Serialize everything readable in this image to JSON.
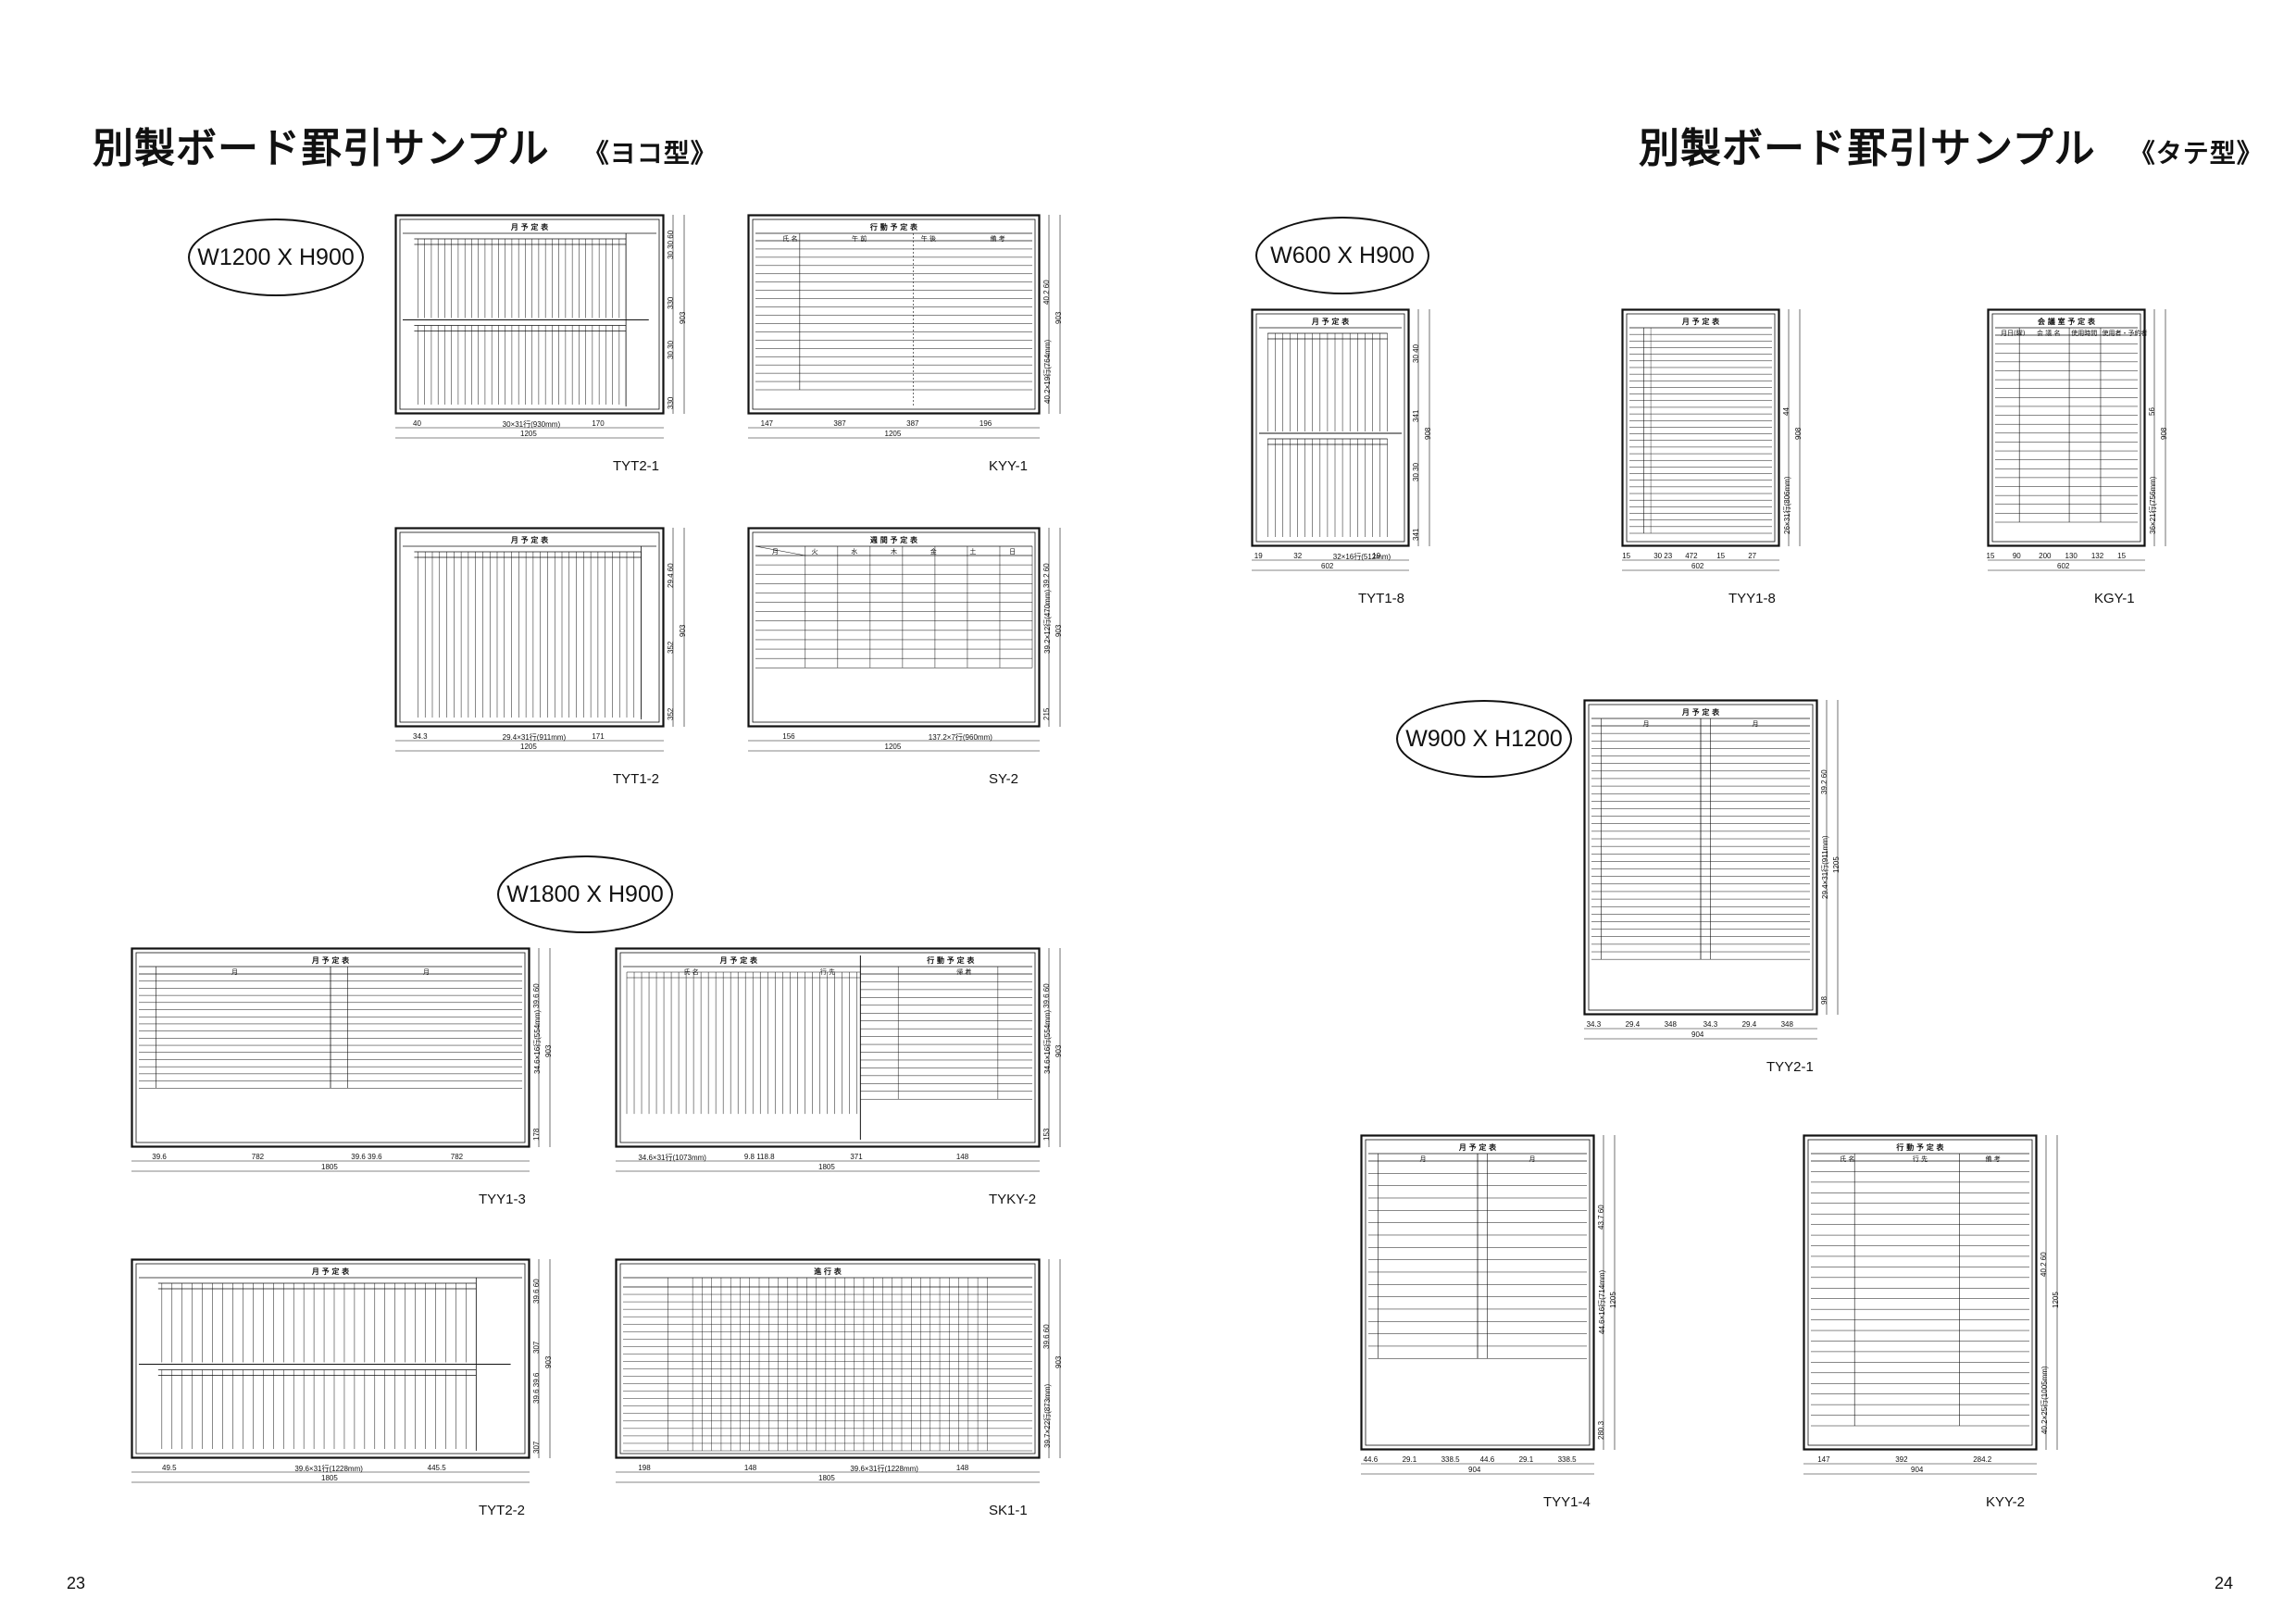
{
  "left_page": {
    "title": "別製ボード罫引サンプル",
    "subtitle": "《ヨコ型》",
    "page_number": "23",
    "size_w1200": "W1200 X H900",
    "size_w1800": "W1800 X H900"
  },
  "right_page": {
    "title": "別製ボード罫引サンプル",
    "subtitle": "《タテ型》",
    "page_number": "24",
    "size_w600": "W600 X H900",
    "size_w900": "W900 X H1200"
  },
  "boards": [
    {
      "code": "TYT2-1",
      "title": "月 予 定 表",
      "total_width": "1205",
      "total_height": "903",
      "bottom_dims": [
        "40",
        "30×31行(930mm)",
        "170"
      ],
      "side_dims": [
        "30 30 60",
        "330",
        "30 30",
        "330"
      ]
    },
    {
      "code": "KYY-1",
      "title": "行 動 予 定 表",
      "total_width": "1205",
      "total_height": "903",
      "bottom_dims": [
        "147",
        "387",
        "387",
        "196"
      ],
      "side_dims": [
        "40.2 60",
        "40.2×19行(764mm)"
      ],
      "headers": [
        "氏 名",
        "午 前",
        "午 後",
        "備 考"
      ]
    },
    {
      "code": "TYT1-2",
      "title": "月 予 定 表",
      "total_width": "1205",
      "total_height": "903",
      "bottom_dims": [
        "34.3",
        "29.4×31行(911mm)",
        "171"
      ],
      "side_dims": [
        "29.4 60",
        "352",
        "352"
      ]
    },
    {
      "code": "SY-2",
      "title": "週 間 予 定 表",
      "total_width": "1205",
      "total_height": "903",
      "bottom_dims": [
        "156",
        "137.2×7行(960mm)"
      ],
      "side_dims": [
        "39.2 60",
        "39.2×12行(470mm)",
        "215"
      ],
      "headers": [
        "月",
        "火",
        "水",
        "木",
        "金",
        "土",
        "日"
      ]
    },
    {
      "code": "TYY1-3",
      "title": "月 予 定 表",
      "total_width": "1805",
      "total_height": "903",
      "bottom_dims": [
        "39.6",
        "782",
        "39.6 39.6",
        "782"
      ],
      "side_dims": [
        "39.6 60",
        "34.6×16行(554mm)",
        "178"
      ],
      "headers": [
        "月",
        "月"
      ]
    },
    {
      "code": "TYKY-2",
      "title": "月 予 定 表",
      "title2": "行 動 予 定 表",
      "total_width": "1805",
      "total_height": "903",
      "bottom_dims": [
        "34.6×31行(1073mm)",
        "9.8 118.8",
        "371",
        "148"
      ],
      "side_dims": [
        "39.6 60",
        "34.6×16行(554mm)",
        "153"
      ],
      "headers": [
        "氏 名",
        "行 先",
        "帰 着"
      ]
    },
    {
      "code": "TYT2-2",
      "title": "月 予 定 表",
      "total_width": "1805",
      "total_height": "903",
      "bottom_dims": [
        "49.5",
        "39.6×31行(1228mm)",
        "445.5"
      ],
      "side_dims": [
        "39.6 60",
        "307",
        "39.6 39.6",
        "307"
      ]
    },
    {
      "code": "SK1-1",
      "title": "進 行 表",
      "total_width": "1805",
      "total_height": "903",
      "bottom_dims": [
        "198",
        "148",
        "39.6×31行(1228mm)",
        "148"
      ],
      "side_dims": [
        "39.6 60",
        "39.7×22行(873mm)"
      ]
    },
    {
      "code": "TYT1-8",
      "title": "月 予 定 表",
      "total_width": "602",
      "total_height": "908",
      "bottom_dims": [
        "19",
        "32",
        "32×16行(512mm)",
        "19"
      ],
      "side_dims": [
        "30 40",
        "341",
        "30 30",
        "341"
      ]
    },
    {
      "code": "TYY1-8",
      "title": "月 予 定 表",
      "total_width": "602",
      "total_height": "908",
      "bottom_dims": [
        "15",
        "30 23",
        "472",
        "15",
        "27"
      ],
      "side_dims": [
        "44",
        "26×31行(806mm)"
      ]
    },
    {
      "code": "KGY-1",
      "title": "会 議 室 予 定 表",
      "total_width": "602",
      "total_height": "908",
      "bottom_dims": [
        "15",
        "90",
        "200",
        "130",
        "132",
        "15"
      ],
      "side_dims": [
        "56",
        "36×21行(756mm)"
      ],
      "headers": [
        "月日(曜)",
        "会 議 名",
        "使用時間",
        "使用者・予約者"
      ]
    },
    {
      "code": "TYY2-1",
      "title": "月 予 定 表",
      "total_width": "904",
      "total_height": "1205",
      "bottom_dims": [
        "34.3",
        "29.4",
        "348",
        "34.3",
        "29.4",
        "348"
      ],
      "side_dims": [
        "39.2 60",
        "29.4×31行(911mm)",
        "98"
      ],
      "headers": [
        "月",
        "月"
      ]
    },
    {
      "code": "TYY1-4",
      "title": "月 予 定 表",
      "total_width": "904",
      "total_height": "1205",
      "bottom_dims": [
        "44.6",
        "29.1",
        "338.5",
        "44.6",
        "29.1",
        "338.5"
      ],
      "side_dims": [
        "43.7 60",
        "44.6×16行(714mm)",
        "280.3"
      ],
      "headers": [
        "月",
        "月"
      ]
    },
    {
      "code": "KYY-2",
      "title": "行 動 予 定 表",
      "total_width": "904",
      "total_height": "1205",
      "bottom_dims": [
        "147",
        "392",
        "284.2"
      ],
      "side_dims": [
        "40.2 60",
        "40.2×25行(1005mm)"
      ],
      "headers": [
        "氏 名",
        "行 先",
        "備 考"
      ]
    }
  ]
}
